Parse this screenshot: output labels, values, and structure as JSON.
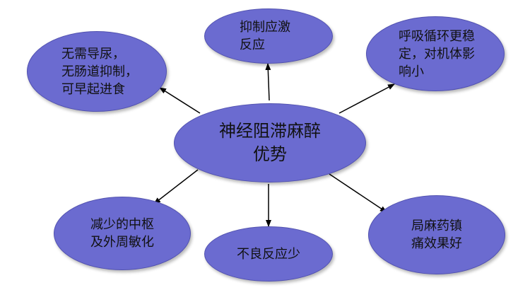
{
  "diagram": {
    "center": "神经阻滞麻醉\n优势",
    "nodes": {
      "stress_response": "抑制应激\n反应",
      "respiration_circulation": "呼吸循环更稳\n定，对机体影\n响小",
      "no_catheter_diet": "无需导尿，\n无肠道抑制，\n可早起进食",
      "central_peripheral": "减少的中枢\n及外周敏化",
      "adverse_reactions": "不良反应少",
      "local_anesthesia": "局麻药镇\n痛效果好"
    },
    "colors": {
      "node_fill": "#6b6bd0",
      "node_border": "#5252b0",
      "arrow": "#000000"
    }
  }
}
